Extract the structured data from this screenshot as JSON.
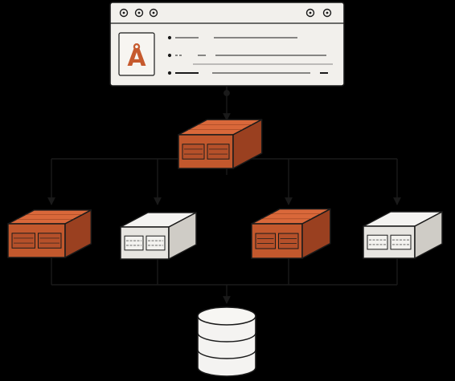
{
  "window": {
    "logo_glyph": "Å",
    "icons": [
      "window-dot-icon",
      "window-dot-icon",
      "window-dot-icon",
      "window-dot-icon",
      "window-dot-icon"
    ]
  },
  "colors": {
    "background": "#000000",
    "window_fill": "#f2f0ec",
    "brick_top": "#d9683a",
    "brick_front": "#c2582d",
    "brick_side": "#9a4020",
    "server_top": "#f4f3f1",
    "server_front": "#e7e5e1",
    "server_side": "#cfccc6",
    "stroke": "#1a1a1a",
    "accent": "#c65a2e"
  },
  "diagram": {
    "nodes": [
      {
        "id": "client-window",
        "kind": "browser-window",
        "label": ""
      },
      {
        "id": "gateway",
        "kind": "firewall-brick",
        "label": ""
      },
      {
        "id": "node-a",
        "kind": "firewall-brick",
        "label": ""
      },
      {
        "id": "node-b",
        "kind": "server",
        "label": ""
      },
      {
        "id": "node-c",
        "kind": "firewall-brick",
        "label": ""
      },
      {
        "id": "node-d",
        "kind": "server",
        "label": ""
      },
      {
        "id": "database",
        "kind": "database",
        "label": ""
      }
    ],
    "edges": [
      {
        "from": "client-window",
        "to": "gateway"
      },
      {
        "from": "gateway",
        "to": "node-a"
      },
      {
        "from": "gateway",
        "to": "node-b"
      },
      {
        "from": "gateway",
        "to": "node-c"
      },
      {
        "from": "gateway",
        "to": "node-d"
      },
      {
        "from": "node-a",
        "to": "database"
      },
      {
        "from": "node-b",
        "to": "database"
      },
      {
        "from": "node-c",
        "to": "database"
      },
      {
        "from": "node-d",
        "to": "database"
      }
    ]
  }
}
